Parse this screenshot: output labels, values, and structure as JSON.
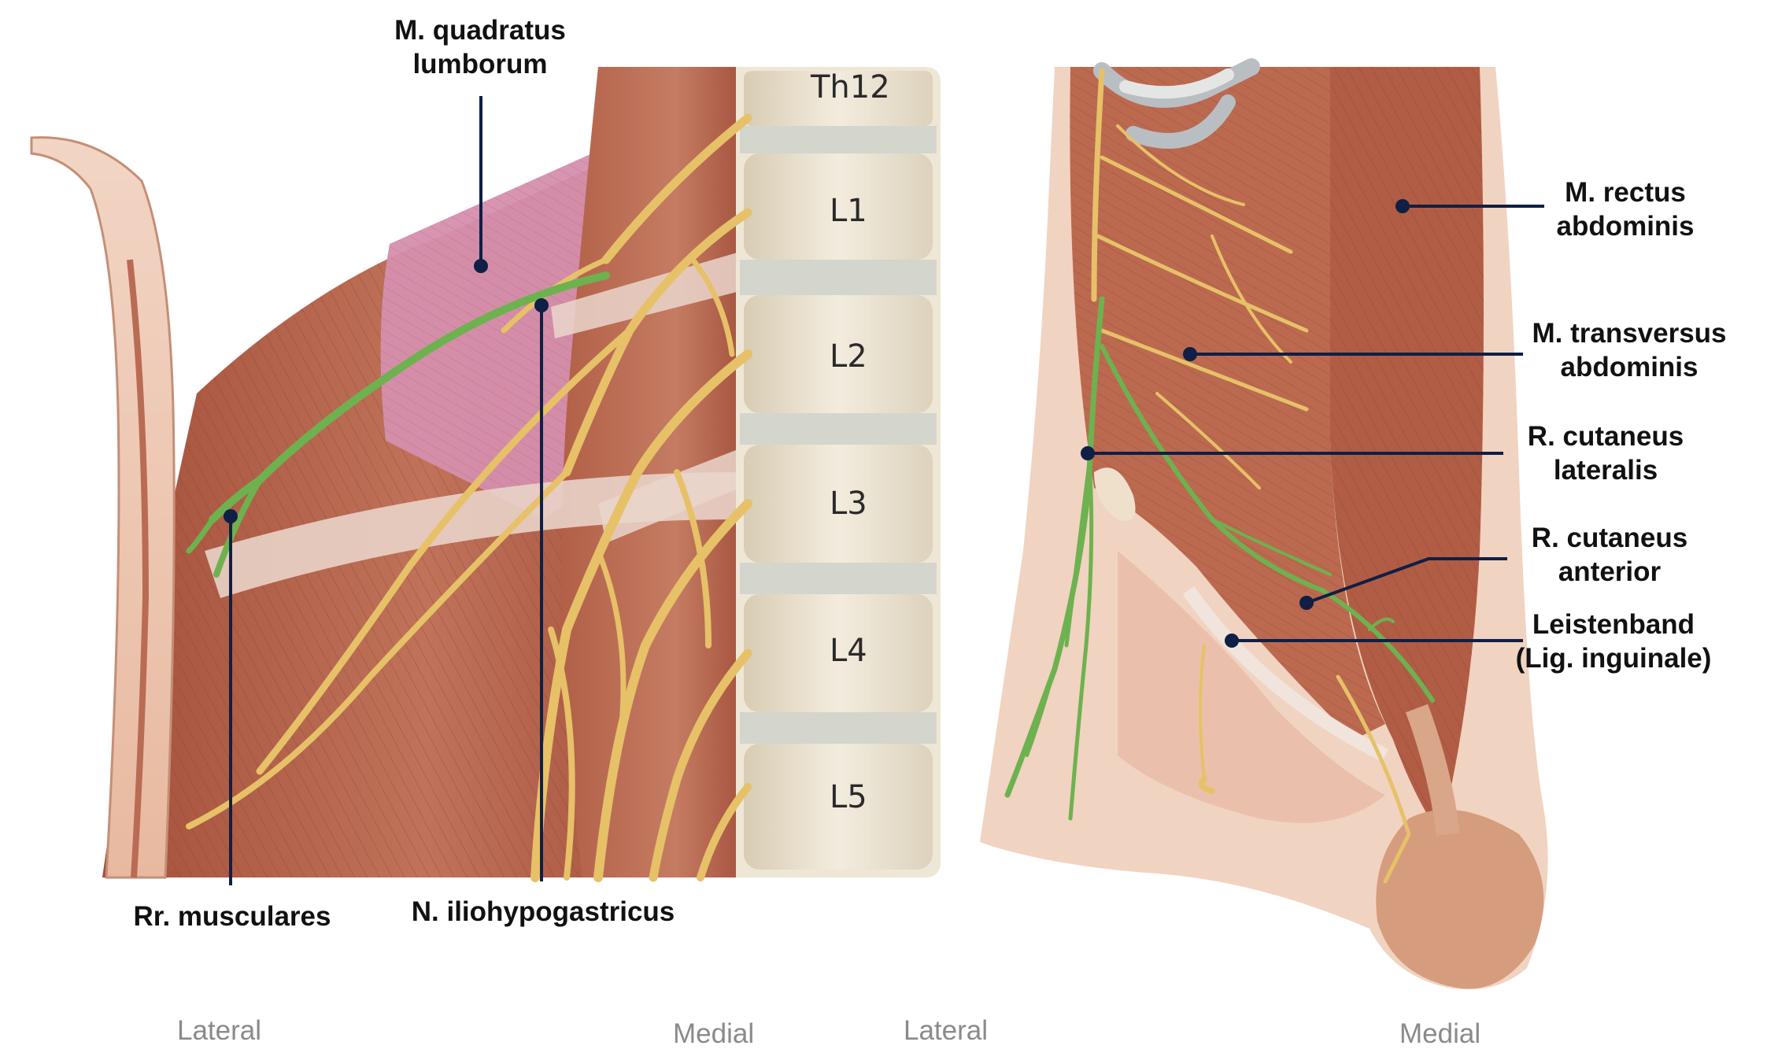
{
  "left_panel": {
    "vertebrae": [
      "Th12",
      "L1",
      "L2",
      "L3",
      "L4",
      "L5"
    ],
    "labels": {
      "quadratus": [
        "M. quadratus",
        "lumborum"
      ],
      "musculares": "Rr. musculares",
      "iliohypogastricus": "N. iliohypogastricus"
    },
    "orientation": {
      "lateral": "Lateral",
      "medial": "Medial"
    }
  },
  "right_panel": {
    "labels": {
      "rectus": [
        "M. rectus",
        "abdominis"
      ],
      "transversus": [
        "M. transversus",
        "abdominis"
      ],
      "cut_lateralis": [
        "R. cutaneus",
        "lateralis"
      ],
      "cut_anterior": [
        "R. cutaneus",
        "anterior"
      ],
      "leistenband": [
        "Leistenband",
        "(Lig. inguinale)"
      ]
    },
    "orientation": {
      "lateral": "Lateral",
      "medial": "Medial"
    }
  },
  "colors": {
    "muscle": "#b8654a",
    "muscle_dark": "#8e4030",
    "quadratus": "#d48cad",
    "nerve": "#e9c56a",
    "highlight_nerve": "#6fb550",
    "vertebra": "#ece4d2",
    "leader": "#0f1f45"
  }
}
